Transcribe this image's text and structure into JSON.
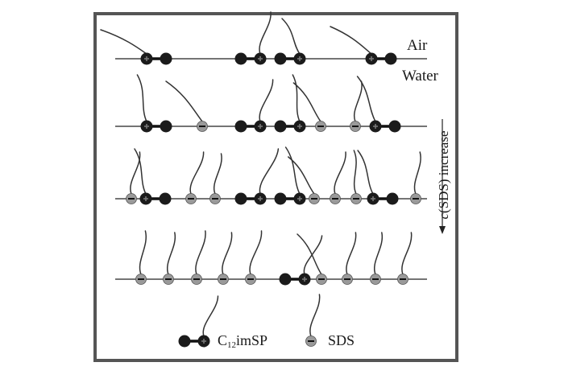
{
  "labels": {
    "air": "Air",
    "water": "Water",
    "axis_prefix": "c",
    "axis_rest": "(SDS) increase",
    "legend_c12_main": "C",
    "legend_c12_sub": "12",
    "legend_c12_rest": "imSP",
    "legend_sds": "SDS"
  },
  "colors": {
    "frame": "#555555",
    "interface": "#222222",
    "tail": "#333333",
    "gemini_head": "#1b1b1b",
    "sds_head": "#9a9a9a"
  }
}
